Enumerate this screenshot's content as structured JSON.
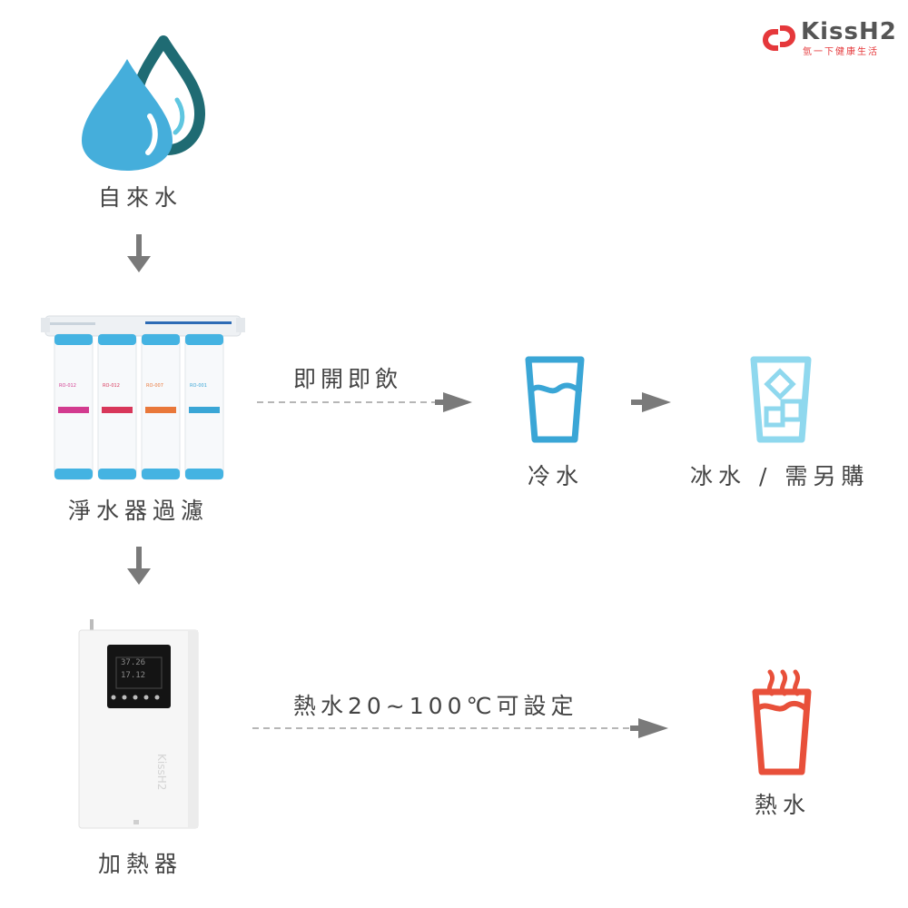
{
  "logo": {
    "brand": "KissH2",
    "tagline": "氫一下健康生活"
  },
  "nodes": {
    "tap_water": "自來水",
    "purifier": "淨水器過濾",
    "heater": "加熱器",
    "cold_water": "冷水",
    "ice_water": "冰水 / 需另購",
    "hot_water": "熱水"
  },
  "flow_notes": {
    "instant": "即開即飲",
    "hot_setting": "熱水20~100℃可設定"
  },
  "product_text": {
    "filter_codes": [
      "RO-012",
      "RO-012",
      "RO-007",
      "RO-001"
    ],
    "heater_display": [
      "37.26",
      "17.12"
    ],
    "heater_brand": "KissH2"
  },
  "colors": {
    "water_blue": "#45aedb",
    "water_dark": "#1f6b73",
    "cup_blue": "#3aa6d6",
    "ice_blue": "#8fd8ee",
    "hot_red": "#e8503a",
    "arrow_gray": "#7a7a7a",
    "brand_red": "#e5383b"
  }
}
